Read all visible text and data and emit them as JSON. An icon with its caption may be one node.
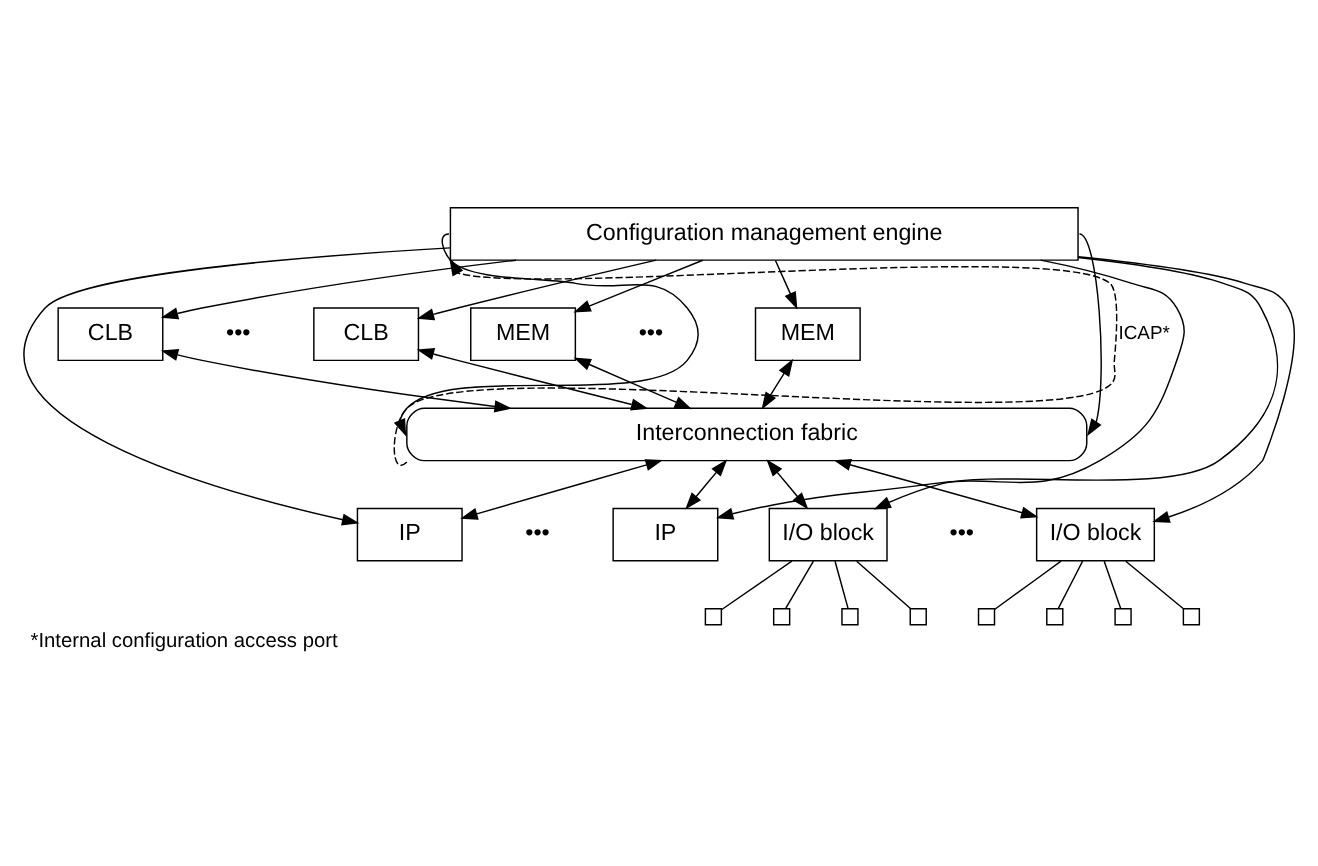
{
  "diagram": {
    "caption": "*Internal configuration access port",
    "nodes": [
      {
        "text": [
          "Configuration management engine"
        ]
      },
      {
        "text": [
          "CLB"
        ]
      },
      {
        "text": [
          "CLB"
        ]
      },
      {
        "text": [
          "MEM"
        ]
      },
      {
        "text": [
          "MEM"
        ]
      },
      {
        "text": [
          "Interconnection fabric"
        ]
      },
      {
        "text": [
          "IP"
        ]
      },
      {
        "text": [
          "IP"
        ]
      },
      {
        "text": [
          "I/O block"
        ]
      },
      {
        "text": [
          "I/O block"
        ]
      },
      {
        "text": [],
        "shape": "box"
      },
      {
        "text": [],
        "shape": "box"
      },
      {
        "text": [],
        "shape": "box"
      },
      {
        "text": [],
        "shape": "box"
      },
      {
        "text": [],
        "shape": "box"
      },
      {
        "text": [],
        "shape": "box"
      },
      {
        "text": [],
        "shape": "box"
      },
      {
        "text": [],
        "shape": "box"
      }
    ],
    "edges": [
      {
        "from": 0,
        "to": 1,
        "arrow": "to"
      },
      {
        "from": 0,
        "to": 2,
        "arrow": "to"
      },
      {
        "from": 0,
        "to": 3,
        "arrow": "to"
      },
      {
        "from": 0,
        "to": 4,
        "arrow": "to"
      },
      {
        "from": 0,
        "to": 5,
        "arrow": "to"
      },
      {
        "from": 0,
        "to": 5,
        "arrow": "to"
      },
      {
        "from": 1,
        "to": 5,
        "arrow": "both"
      },
      {
        "from": 2,
        "to": 5,
        "arrow": "both"
      },
      {
        "from": 3,
        "to": 5,
        "arrow": "both"
      },
      {
        "from": 4,
        "to": 5,
        "arrow": "both"
      },
      {
        "from": 5,
        "to": 6,
        "arrow": "both"
      },
      {
        "from": 5,
        "to": 7,
        "arrow": "both"
      },
      {
        "from": 5,
        "to": 8,
        "arrow": "both"
      },
      {
        "from": 5,
        "to": 9,
        "arrow": "both"
      },
      {
        "from": 5,
        "to": 0,
        "arrow": "to",
        "style": "dashed",
        "label": "ICAP*"
      },
      {
        "from": 0,
        "to": 6,
        "arrow": "to"
      },
      {
        "from": 0,
        "to": 7,
        "arrow": "to"
      },
      {
        "from": 0,
        "to": 8,
        "arrow": "to"
      },
      {
        "from": 0,
        "to": 9,
        "arrow": "to"
      },
      {
        "from": 8,
        "to": 10,
        "arrow": "none"
      },
      {
        "from": 8,
        "to": 11,
        "arrow": "none"
      },
      {
        "from": 8,
        "to": 12,
        "arrow": "none"
      },
      {
        "from": 8,
        "to": 13,
        "arrow": "none"
      },
      {
        "from": 9,
        "to": 14,
        "arrow": "none"
      },
      {
        "from": 9,
        "to": 15,
        "arrow": "none"
      },
      {
        "from": 9,
        "to": 16,
        "arrow": "none"
      },
      {
        "from": 9,
        "to": 17,
        "arrow": "none"
      }
    ],
    "labels": [
      "•••",
      "•••",
      "•••",
      "•••"
    ]
  }
}
